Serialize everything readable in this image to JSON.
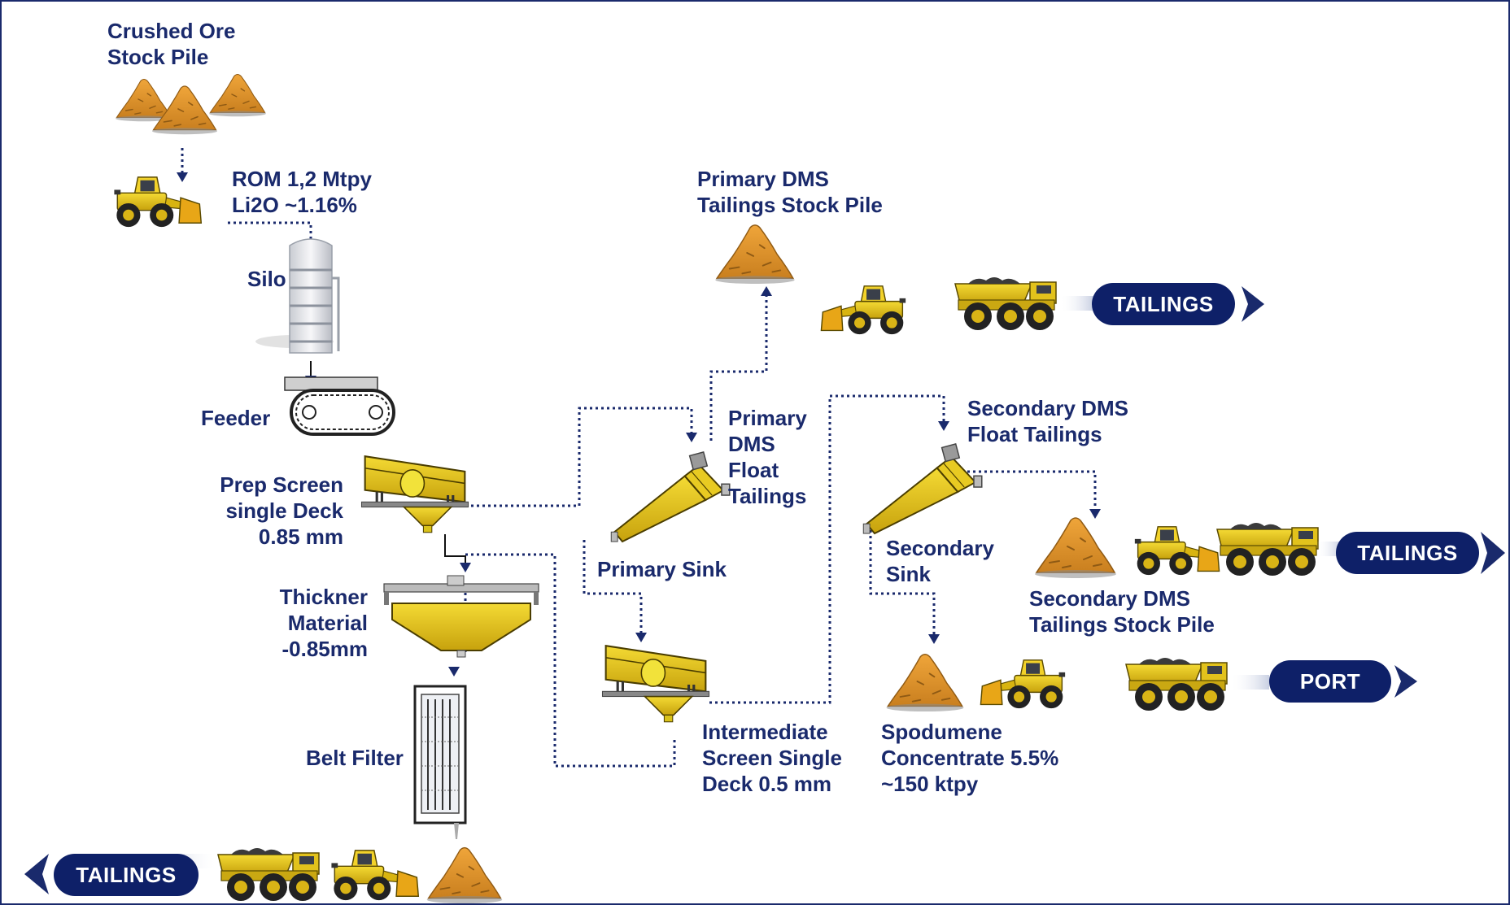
{
  "colors": {
    "text": "#1a2a6c",
    "pill": "#0e2068",
    "flow_line": "#1a2a6c",
    "equipment_yellow": "#e3c21b",
    "ore_pile": "#d7922a",
    "border": "#1a2a6c"
  },
  "labels": {
    "crushed_ore": [
      "Crushed Ore",
      "Stock Pile"
    ],
    "rom": [
      "ROM 1,2 Mtpy",
      "Li2O ~1.16%"
    ],
    "silo": [
      "Silo"
    ],
    "feeder": [
      "Feeder"
    ],
    "prep_screen": [
      "Prep Screen",
      "single Deck",
      "0.85 mm"
    ],
    "thickener": [
      "Thickner",
      "Material",
      "-0.85mm"
    ],
    "belt_filter": [
      "Belt Filter"
    ],
    "primary_dms_tailings_pile": [
      "Primary DMS",
      "Tailings Stock Pile"
    ],
    "primary_dms_float": [
      "Primary",
      "DMS",
      "Float",
      "Tailings"
    ],
    "primary_sink": [
      "Primary Sink"
    ],
    "intermediate_screen": [
      "Intermediate",
      "Screen Single",
      "Deck 0.5 mm"
    ],
    "secondary_dms_float": [
      "Secondary DMS",
      "Float Tailings"
    ],
    "secondary_sink": [
      "Secondary",
      "Sink"
    ],
    "secondary_dms_tailings_pile": [
      "Secondary DMS",
      "Tailings Stock Pile"
    ],
    "spodumene": [
      "Spodumene",
      "Concentrate 5.5%",
      "~150 ktpy"
    ]
  },
  "destinations": {
    "tailings_top": "TAILINGS",
    "tailings_mid": "TAILINGS",
    "port": "PORT",
    "tailings_bottom": "TAILINGS"
  },
  "icons": [
    "ore-pile-icon",
    "wheel-loader-icon",
    "dump-truck-icon",
    "silo-icon",
    "feeder-icon",
    "vibrating-screen-icon",
    "dms-cyclone-icon",
    "thickener-icon",
    "belt-filter-icon",
    "arrow-icon"
  ]
}
